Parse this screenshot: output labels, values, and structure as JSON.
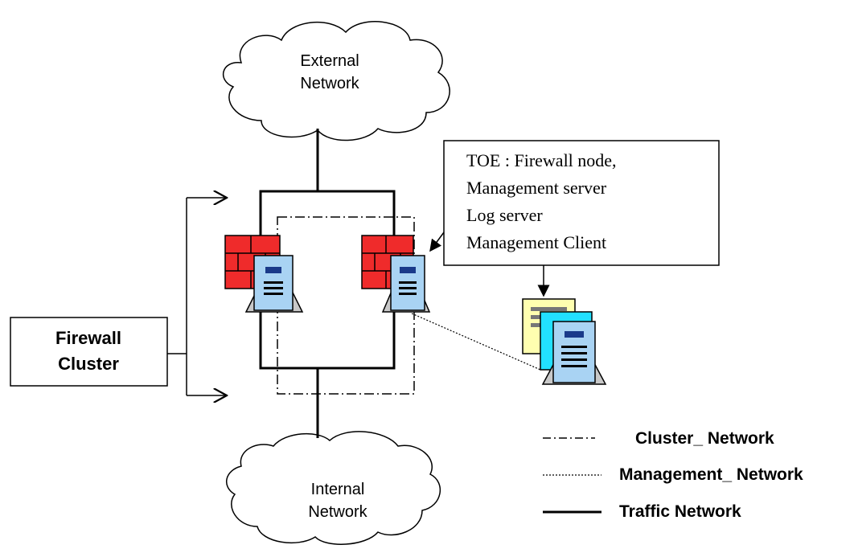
{
  "clouds": {
    "external": {
      "line1": "External",
      "line2": "Network"
    },
    "internal": {
      "line1": "Internal",
      "line2": "Network"
    }
  },
  "cluster_box": {
    "line1": "Firewall",
    "line2": "Cluster"
  },
  "toe_box": {
    "lines": [
      "TOE : Firewall node,",
      "Management server",
      "Log server",
      "Management Client"
    ]
  },
  "legend": {
    "cluster": "Cluster_ Network",
    "management": "Management_ Network",
    "traffic": "Traffic Network"
  },
  "icons": [
    "cloud-icon",
    "firewall-brick-icon",
    "server-tower-icon",
    "server-stack-icon"
  ],
  "colors": {
    "brick": "#ef2b2b",
    "server": "#a9d3f3",
    "cyan": "#22e0ff",
    "note": "#ffffb0",
    "stroke": "#000000"
  }
}
